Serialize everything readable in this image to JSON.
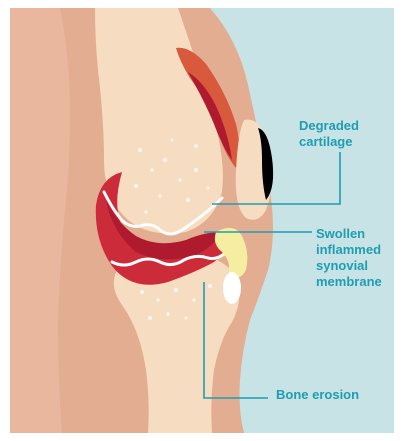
{
  "labels": {
    "degraded_cartilage": [
      "Degraded",
      "cartilage"
    ],
    "swollen_membrane": [
      "Swollen",
      "inflammed",
      "synovial",
      "membrane"
    ],
    "bone_erosion": "Bone erosion"
  },
  "colors": {
    "background": "#c7e3e6",
    "skin": "#e3ad92",
    "skin_light": "#efc4aa",
    "bone": "#f6dcc0",
    "inflamed_dark": "#b01a2f",
    "inflamed_mid": "#cc2b3a",
    "inflamed_edge": "#d8593b",
    "fluid_yellow": "#f5eea0",
    "kneecap_shadow": "#000000",
    "callout_line": "#1f9db1",
    "label_text": "#1f9db1"
  }
}
